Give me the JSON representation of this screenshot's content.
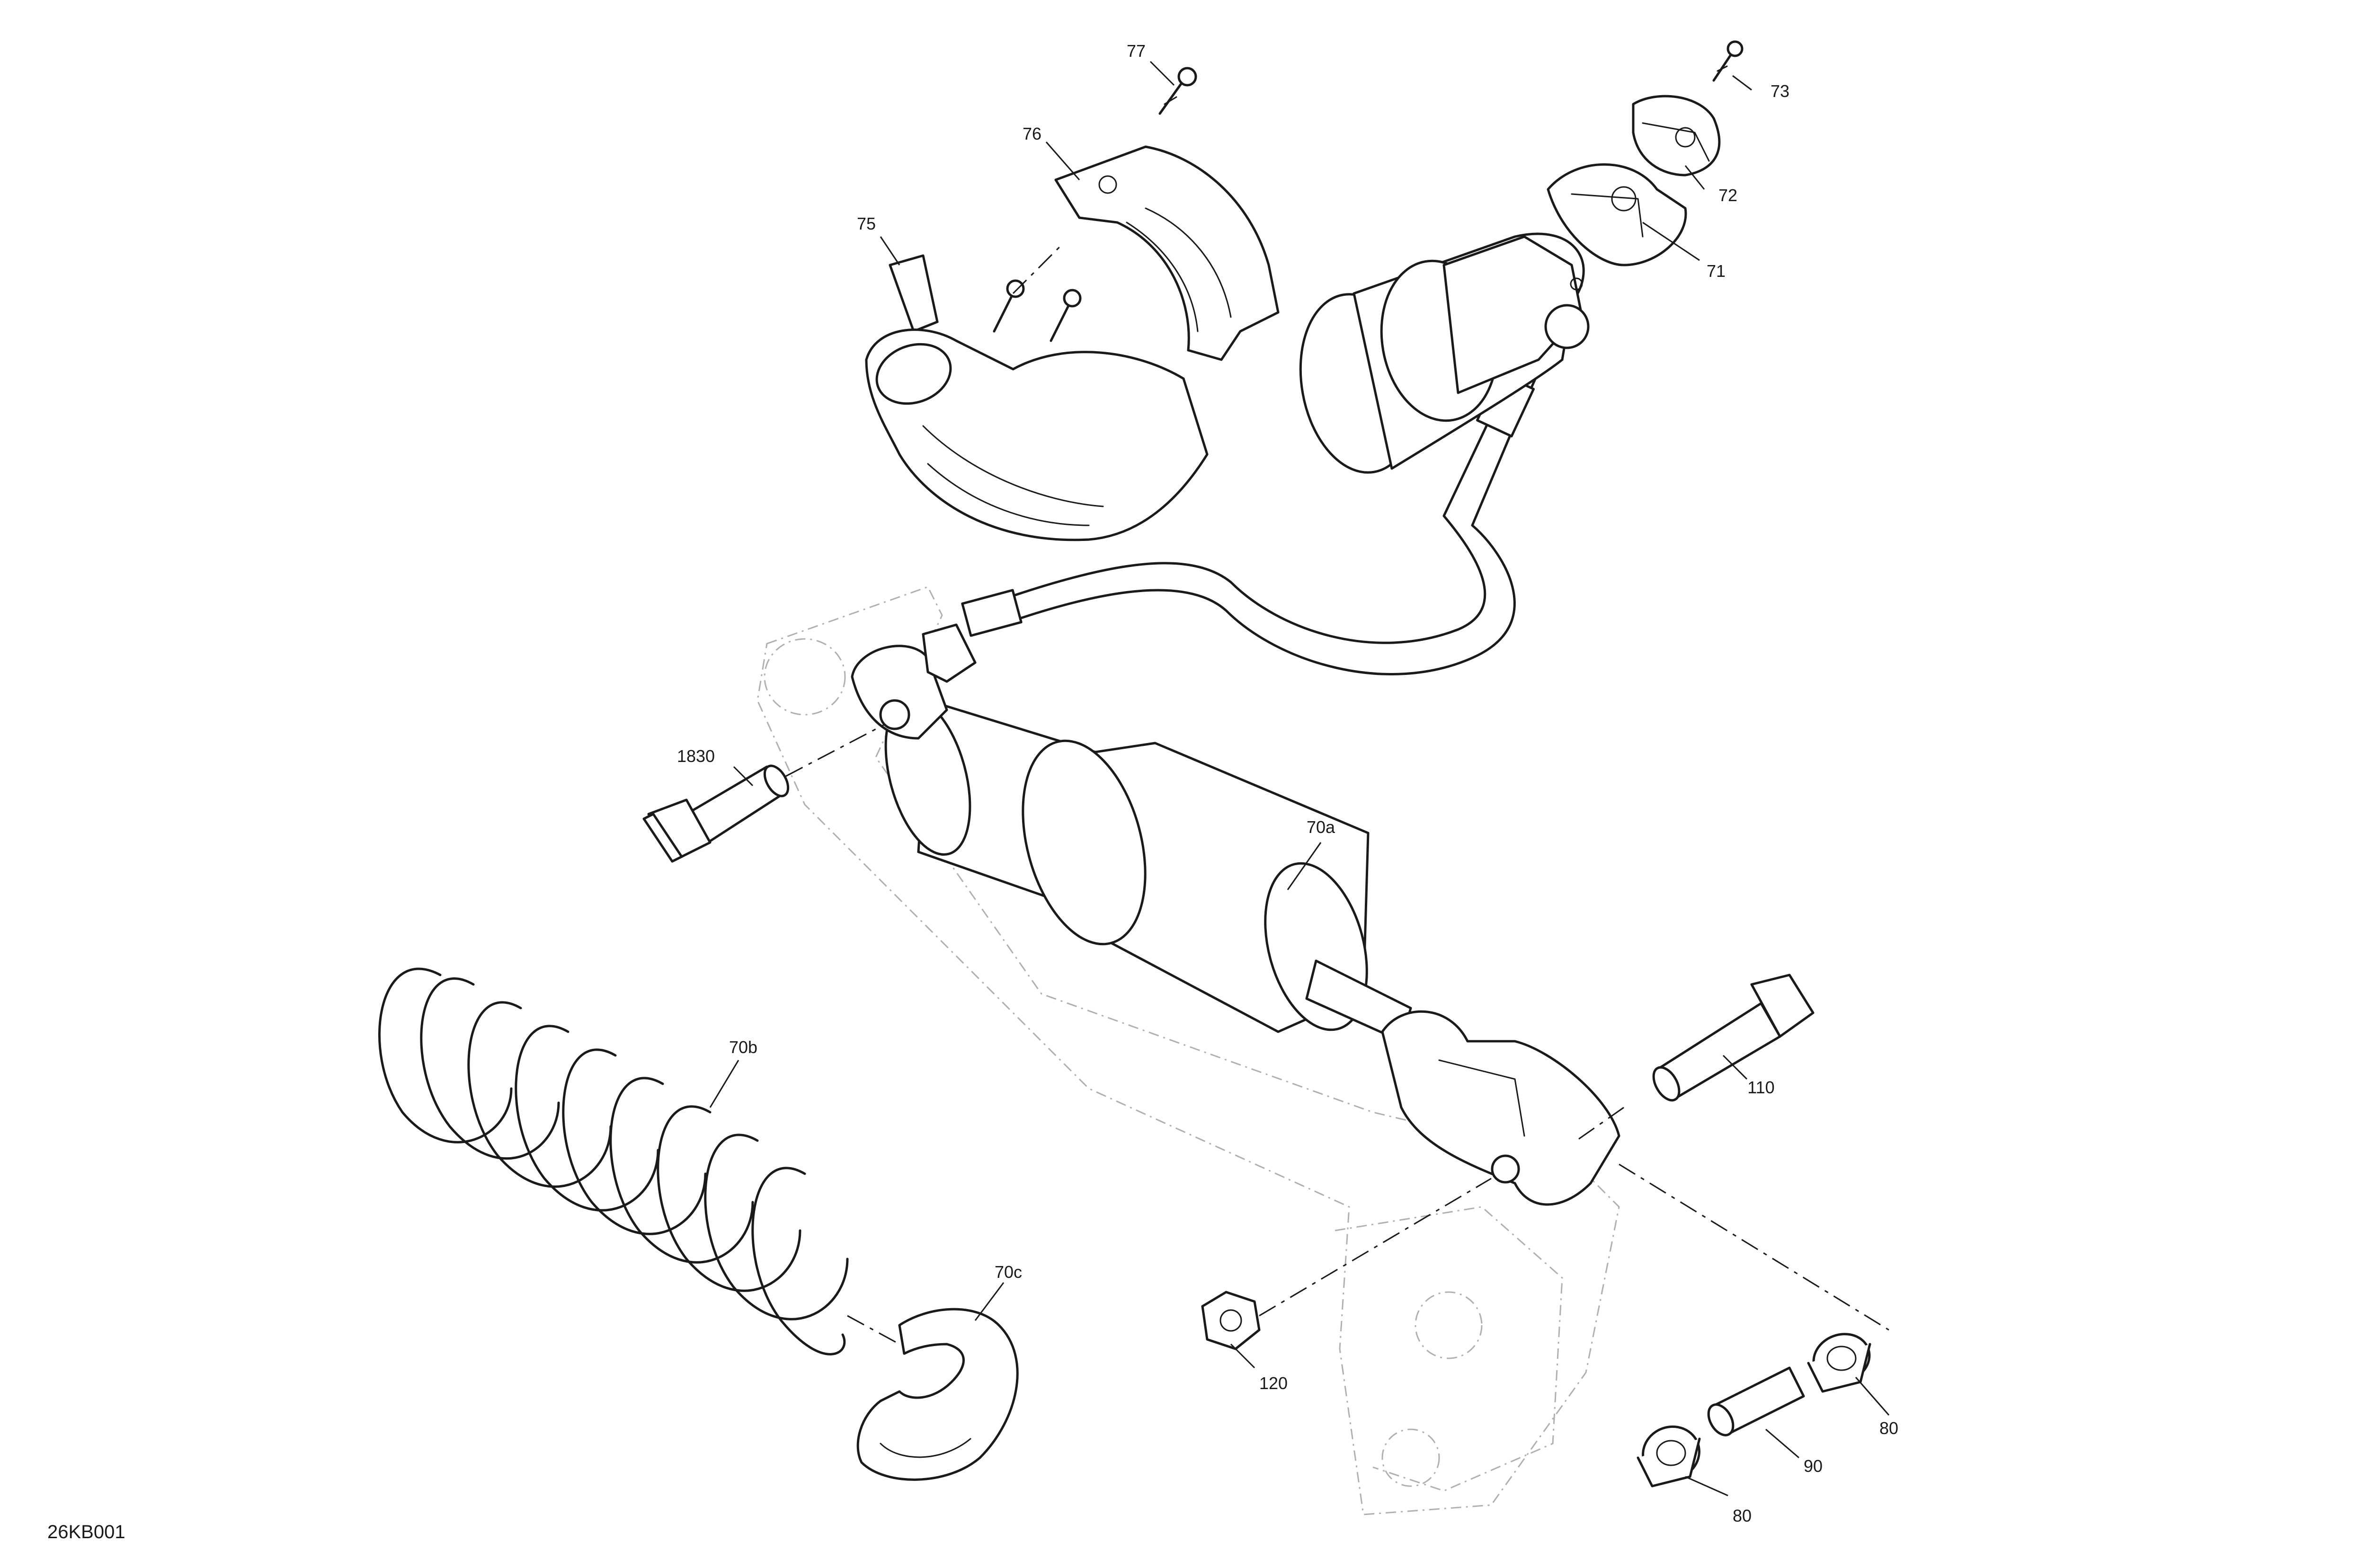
{
  "diagram": {
    "reference_code": "26KB001",
    "callouts": [
      {
        "id": "c70a",
        "label": "70a"
      },
      {
        "id": "c70b",
        "label": "70b"
      },
      {
        "id": "c70c",
        "label": "70c"
      },
      {
        "id": "c71",
        "label": "71"
      },
      {
        "id": "c72",
        "label": "72"
      },
      {
        "id": "c73",
        "label": "73"
      },
      {
        "id": "c75",
        "label": "75"
      },
      {
        "id": "c76",
        "label": "76"
      },
      {
        "id": "c77",
        "label": "77"
      },
      {
        "id": "c80a",
        "label": "80"
      },
      {
        "id": "c80b",
        "label": "80"
      },
      {
        "id": "c90",
        "label": "90"
      },
      {
        "id": "c110",
        "label": "110"
      },
      {
        "id": "c120",
        "label": "120"
      },
      {
        "id": "c1830",
        "label": "1830"
      }
    ]
  }
}
